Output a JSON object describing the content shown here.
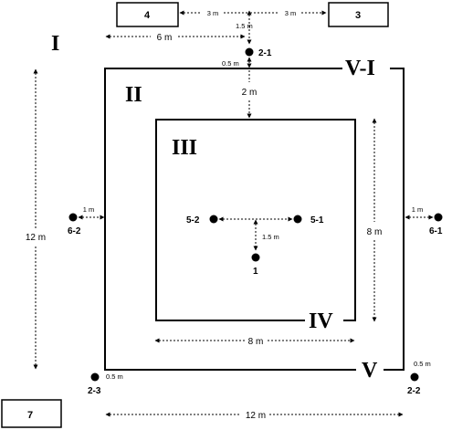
{
  "zones": {
    "zone_1": "I",
    "zone_2": "II",
    "zone_3": "III",
    "zone_4": "IV",
    "zone_5": "V",
    "zone_5_1": "V-I"
  },
  "boxes": {
    "box_4": "4",
    "box_3": "3",
    "box_7": "7"
  },
  "points": {
    "p_2_1": "2-1",
    "p_2_2": "2-2",
    "p_2_3": "2-3",
    "p_5_1": "5-1",
    "p_5_2": "5-2",
    "p_6_1": "6-1",
    "p_6_2": "6-2",
    "p_1": "1"
  },
  "dimensions": {
    "top_left_3m": "3 m",
    "top_right_3m": "3 m",
    "top_1_5m": "1.5 m",
    "top_6m": "6 m",
    "top_0_5m": "0.5 m",
    "inner_2m": "2 m",
    "left_12m": "12 m",
    "left_1m": "1 m",
    "right_1m": "1 m",
    "center_1_5m": "1.5 m",
    "right_8m": "8 m",
    "bottom_8m": "8 m",
    "corner_0_5m_left": "0.5 m",
    "corner_0_5m_right": "0.5 m",
    "bottom_12m": "12 m"
  }
}
